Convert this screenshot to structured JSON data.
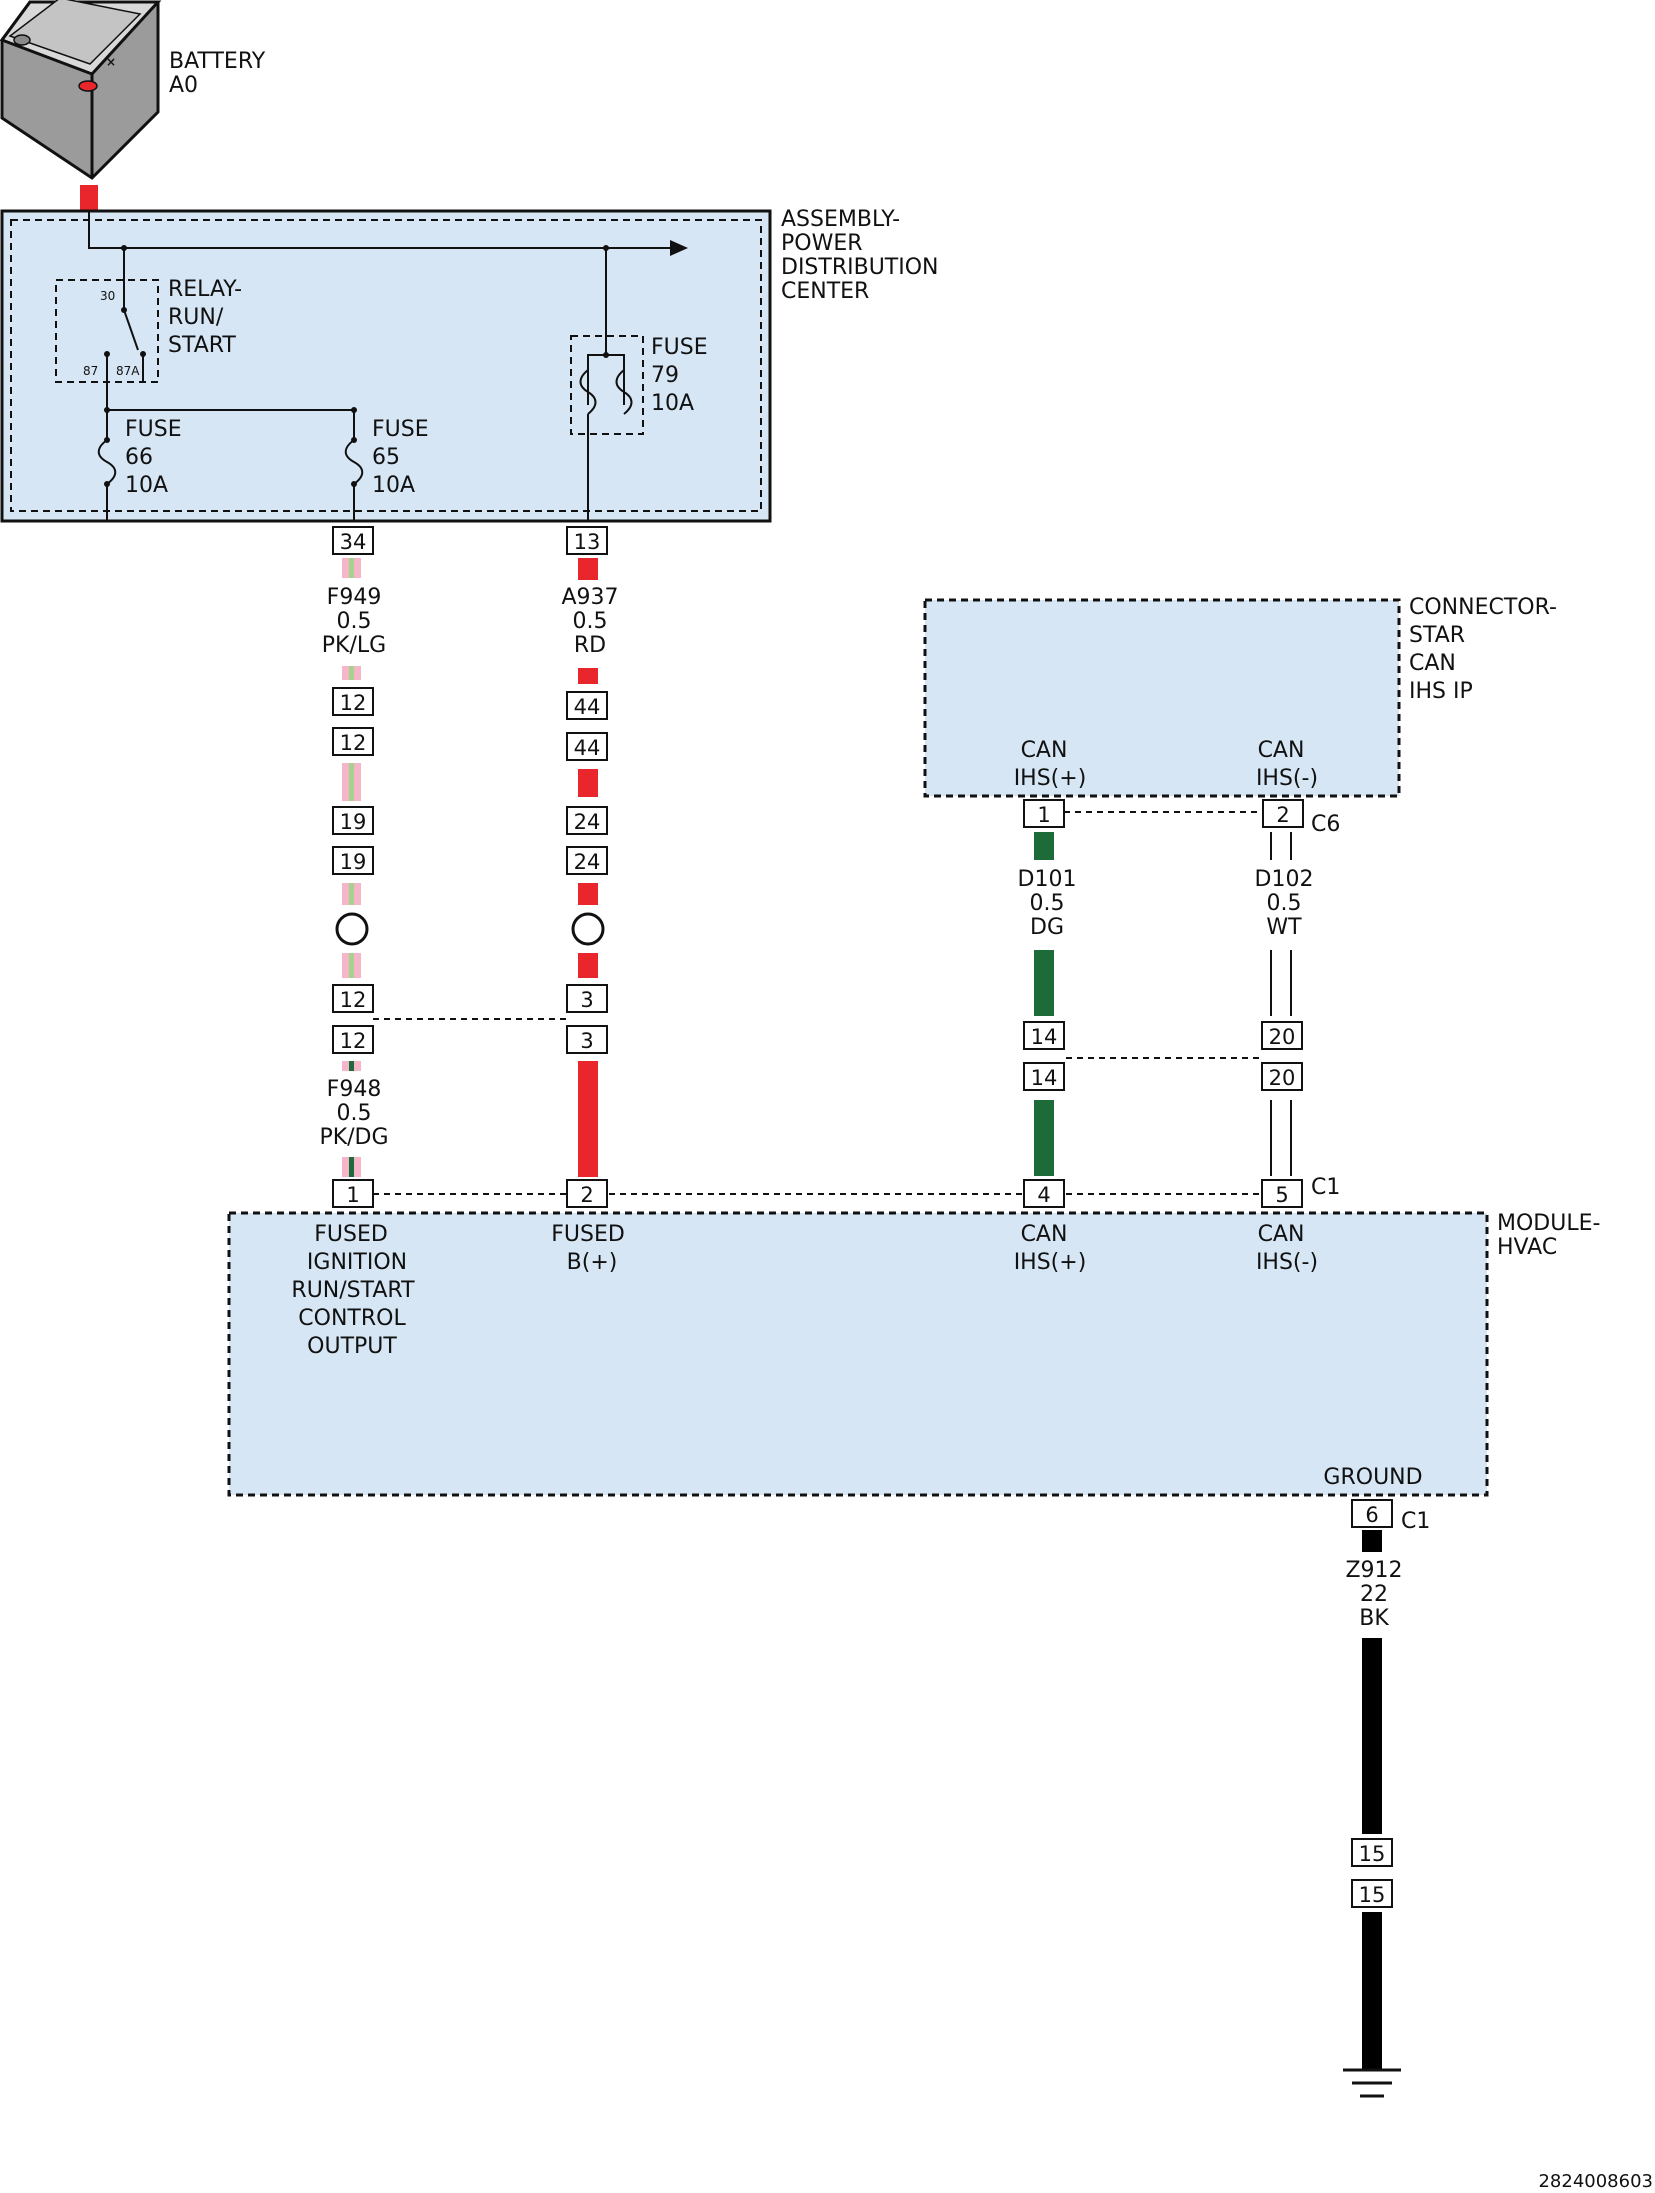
{
  "components": {
    "battery": {
      "title": "BATTERY",
      "id": "A0"
    },
    "pdc": {
      "line1": "ASSEMBLY-",
      "line2": "POWER",
      "line3": "DISTRIBUTION",
      "line4": "CENTER"
    },
    "relay": {
      "line1": "RELAY-",
      "line2": "RUN/",
      "line3": "START",
      "pin30": "30",
      "pin87": "87",
      "pin87a": "87A"
    },
    "fuse66": {
      "line1": "FUSE",
      "line2": "66",
      "line3": "10A"
    },
    "fuse65": {
      "line1": "FUSE",
      "line2": "65",
      "line3": "10A"
    },
    "fuse79": {
      "line1": "FUSE",
      "line2": "79",
      "line3": "10A"
    },
    "star_connector": {
      "line1": "CONNECTOR-",
      "line2": "STAR",
      "line3": "CAN",
      "line4": "IHS IP",
      "pin1_l1": "CAN",
      "pin1_l2": "IHS(+)",
      "pin2_l1": "CAN",
      "pin2_l2": "IHS(-)",
      "connector": "C6"
    },
    "hvac": {
      "line1": "MODULE-",
      "line2": "HVAC",
      "connector": "C1",
      "ground_connector": "C1",
      "pin1_l1": "FUSED",
      "pin1_l2": "IGNITION",
      "pin1_l3": "RUN/START",
      "pin1_l4": "CONTROL",
      "pin1_l5": "OUTPUT",
      "pin2_l1": "FUSED",
      "pin2_l2": "B(+)",
      "pin4_l1": "CAN",
      "pin4_l2": "IHS(+)",
      "pin5_l1": "CAN",
      "pin5_l2": "IHS(-)",
      "ground": "GROUND"
    }
  },
  "wires": {
    "f949": {
      "circuit": "F949",
      "gauge": "0.5",
      "color": "PK/LG"
    },
    "a937": {
      "circuit": "A937",
      "gauge": "0.5",
      "color": "RD"
    },
    "f948": {
      "circuit": "F948",
      "gauge": "0.5",
      "color": "PK/DG"
    },
    "d101": {
      "circuit": "D101",
      "gauge": "0.5",
      "color": "DG"
    },
    "d102": {
      "circuit": "D102",
      "gauge": "0.5",
      "color": "WT"
    },
    "z912": {
      "circuit": "Z912",
      "gauge": "22",
      "color": "BK"
    }
  },
  "pins": {
    "p34": "34",
    "p13": "13",
    "p12a": "12",
    "p12b": "12",
    "p44a": "44",
    "p44b": "44",
    "p19a": "19",
    "p19b": "19",
    "p24a": "24",
    "p24b": "24",
    "p12c": "12",
    "p12d": "12",
    "p3a": "3",
    "p3b": "3",
    "c6p1": "1",
    "c6p2": "2",
    "p14a": "14",
    "p14b": "14",
    "p20a": "20",
    "p20b": "20",
    "h1": "1",
    "h2": "2",
    "h4": "4",
    "h5": "5",
    "g6": "6",
    "p15a": "15",
    "p15b": "15"
  },
  "doc_number": "2824008603",
  "colors": {
    "module_fill": "#d6e6f5",
    "red": "#e8262b",
    "pink": "#f4b6c8",
    "light_green": "#a9d18e",
    "dark_green": "#1e6b3a",
    "black": "#000000"
  }
}
